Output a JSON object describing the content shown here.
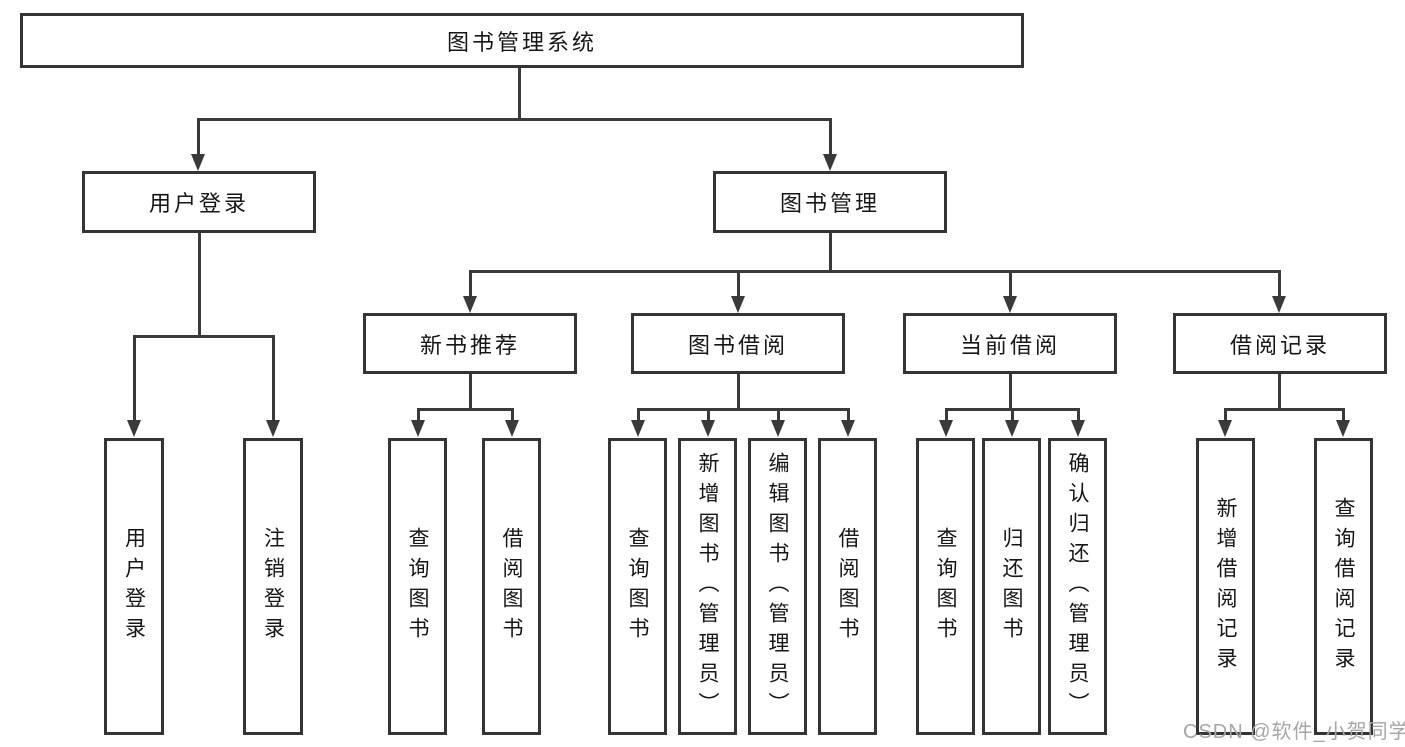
{
  "root": {
    "label": "图书管理系统"
  },
  "level2": [
    {
      "label": "用户登录"
    },
    {
      "label": "图书管理"
    }
  ],
  "level3": [
    {
      "label": "新书推荐"
    },
    {
      "label": "图书借阅"
    },
    {
      "label": "当前借阅"
    },
    {
      "label": "借阅记录"
    }
  ],
  "level4": {
    "user": [
      {
        "label": "用户登录"
      },
      {
        "label": "注销登录"
      }
    ],
    "recommend": [
      {
        "label": "查询图书"
      },
      {
        "label": "借阅图书"
      }
    ],
    "borrow": [
      {
        "label": "查询图书"
      },
      {
        "label": "新增图书（管理员）"
      },
      {
        "label": "编辑图书（管理员）"
      },
      {
        "label": "借阅图书"
      }
    ],
    "current": [
      {
        "label": "查询图书"
      },
      {
        "label": "归还图书"
      },
      {
        "label": "确认归还（管理员）"
      }
    ],
    "records": [
      {
        "label": "新增借阅记录"
      },
      {
        "label": "查询借阅记录"
      }
    ]
  },
  "watermark": {
    "text": "CSDN @软件_小贺同学"
  },
  "colors": {
    "line": "#3a3a3a",
    "border": "#343434",
    "text": "#161616",
    "background": "#ffffff",
    "watermark": "#a6a6a6"
  }
}
